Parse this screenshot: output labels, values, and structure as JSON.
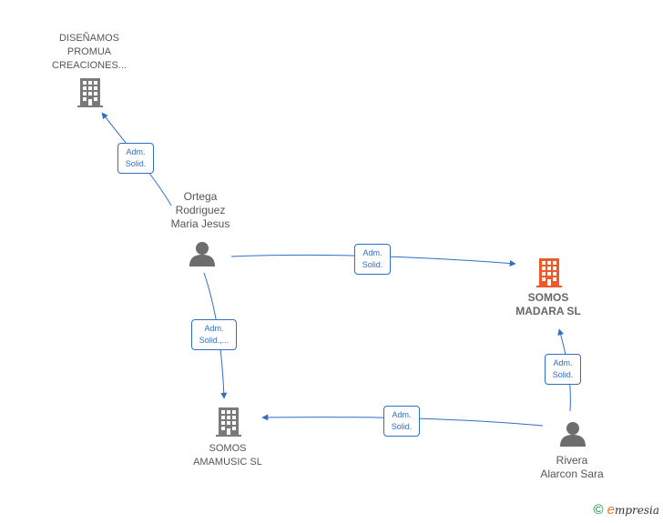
{
  "nodes": {
    "disenamos": {
      "lines": [
        "DISEÑAMOS",
        "PROMUA",
        "CREACIONES..."
      ],
      "color": "#7a7a7a"
    },
    "somos_madara": {
      "lines": [
        "SOMOS",
        "MADARA  SL"
      ],
      "color": "#f0582a"
    },
    "somos_amamusic": {
      "lines": [
        "SOMOS",
        "AMAMUSIC  SL"
      ],
      "color": "#7a7a7a"
    },
    "ortega": {
      "lines": [
        "Ortega",
        "Rodriguez",
        "Maria Jesus"
      ]
    },
    "rivera": {
      "lines": [
        "Rivera",
        "Alarcon Sara"
      ]
    }
  },
  "edges": [
    {
      "lines": [
        "Adm.",
        "Solid."
      ]
    },
    {
      "lines": [
        "Adm.",
        "Solid."
      ]
    },
    {
      "lines": [
        "Adm.",
        "Solid.,..."
      ]
    },
    {
      "lines": [
        "Adm.",
        "Solid."
      ]
    },
    {
      "lines": [
        "Adm.",
        "Solid."
      ]
    }
  ],
  "colors": {
    "edge": "#2f6fc4",
    "person": "#6d6d6d"
  },
  "footer": {
    "copyright": "©",
    "brand_initial": "e",
    "brand_rest": "mpresia"
  }
}
